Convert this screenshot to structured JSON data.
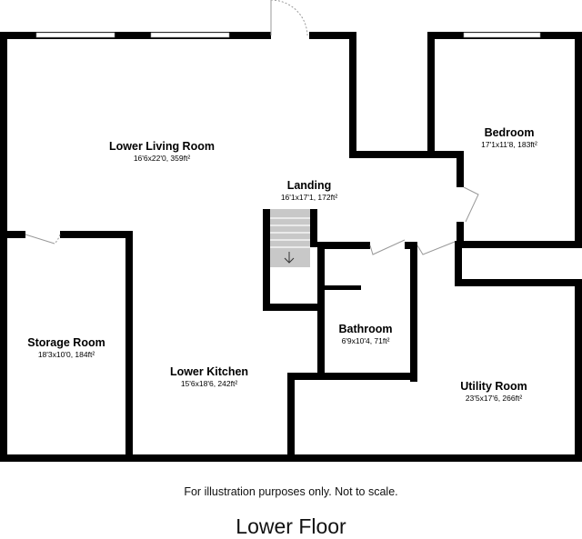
{
  "floor_title": "Lower Floor",
  "disclaimer": "For illustration purposes only. Not to scale.",
  "rooms": [
    {
      "name": "Lower Living Room",
      "dimensions": "16'6x22'0, 359ft²"
    },
    {
      "name": "Bedroom",
      "dimensions": "17'1x11'8, 183ft²"
    },
    {
      "name": "Landing",
      "dimensions": "16'1x17'1, 172ft²"
    },
    {
      "name": "Storage Room",
      "dimensions": "18'3x10'0, 184ft²"
    },
    {
      "name": "Lower Kitchen",
      "dimensions": "15'6x18'6, 242ft²"
    },
    {
      "name": "Bathroom",
      "dimensions": "6'9x10'4, 71ft²"
    },
    {
      "name": "Utility Room",
      "dimensions": "23'5x17'6, 266ft²"
    }
  ]
}
